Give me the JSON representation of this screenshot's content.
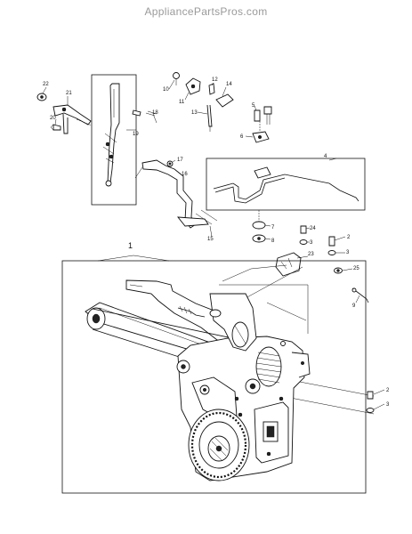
{
  "watermark": "AppliancePartsPros.com",
  "callouts": {
    "c1": "1",
    "c2a": "2",
    "c2b": "2",
    "c3a": "3",
    "c3b": "3",
    "c3c": "3",
    "c3d": "3",
    "c4": "4",
    "c5": "5",
    "c6": "6",
    "c7": "7",
    "c8": "8",
    "c9": "9",
    "c10": "10",
    "c11": "11",
    "c12": "12",
    "c13": "13",
    "c14": "14",
    "c15": "15",
    "c16": "16",
    "c17": "17",
    "c18": "18",
    "c19": "19",
    "c20": "20",
    "c21": "21",
    "c22": "22",
    "c23": "23",
    "c24": "24",
    "c25": "25"
  }
}
